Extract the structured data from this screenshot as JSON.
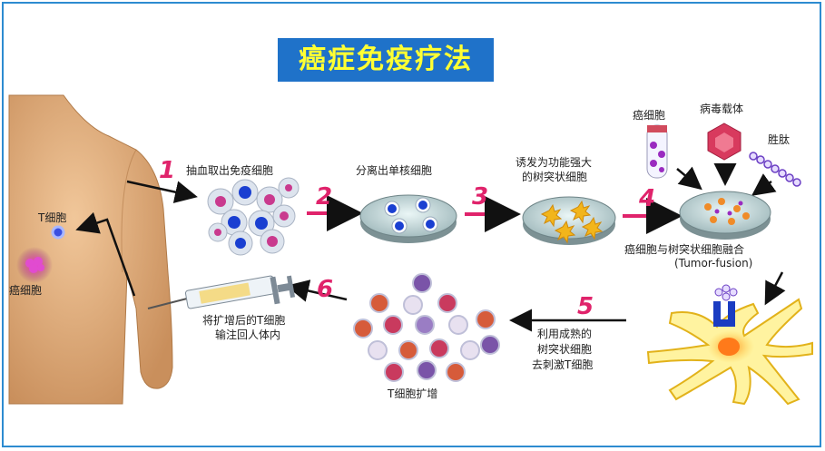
{
  "title": "癌症免疫疗法",
  "steps": [
    {
      "num": "1",
      "label": "抽血取出免疫细胞"
    },
    {
      "num": "2",
      "label": "分离出单核细胞"
    },
    {
      "num": "3",
      "label_lines": [
        "诱发为功能强大",
        "的树突状细胞"
      ]
    },
    {
      "num": "4",
      "label_lines": [
        "癌细胞与树突状细胞融合",
        "(Tumor-fusion)"
      ]
    },
    {
      "num": "5",
      "label_lines": [
        "利用成熟的",
        "树突状细胞",
        "去刺激T细胞"
      ]
    },
    {
      "num": "6",
      "label_lines": [
        "将扩增后的T细胞",
        "输注回人体内"
      ]
    }
  ],
  "inputs": {
    "cancer_cell": "癌细胞",
    "viral_vector": "病毒载体",
    "peptide": "胜肽"
  },
  "body_labels": {
    "t_cell": "T细胞",
    "cancer_cell": "癌细胞"
  },
  "expansion_label": "T细胞扩增",
  "colors": {
    "title_bg": "#1f72c9",
    "title_text": "#ffff33",
    "step_number": "#e0236b",
    "frame": "#2d8bd0"
  }
}
